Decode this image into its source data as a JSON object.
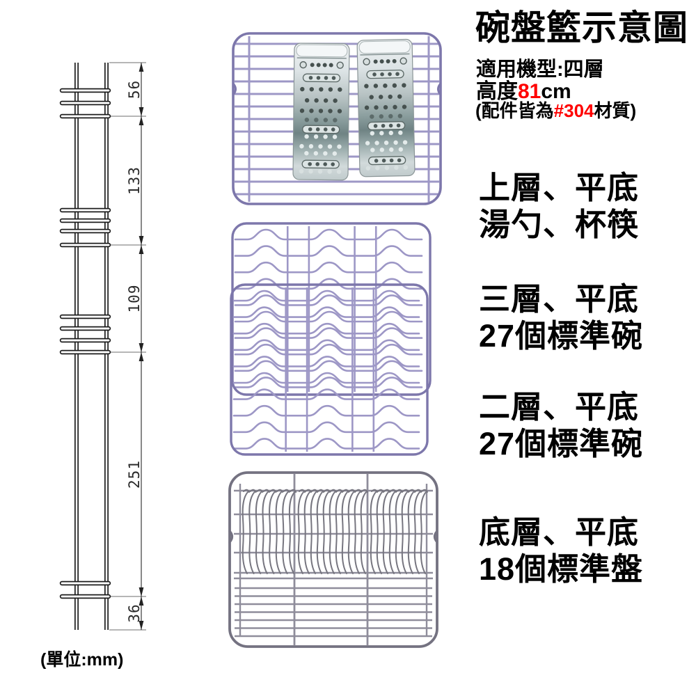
{
  "title_block": {
    "title": "碗盤籃示意圖",
    "model_line": "適用機型:四層",
    "height_prefix": "高度",
    "height_value": "81",
    "height_unit": "cm",
    "material_prefix": "(配件皆為",
    "material_value": "#304",
    "material_suffix": "材質)"
  },
  "section_labels": [
    {
      "line1": "上層、平底",
      "line2": "湯勺、杯筷"
    },
    {
      "line1": "三層、平底",
      "line2": "27個標準碗"
    },
    {
      "line1": "二層、平底",
      "line2": "27個標準碗"
    },
    {
      "line1": "底層、平底",
      "line2": "18個標準盤"
    }
  ],
  "schematic": {
    "dims": [
      "56",
      "133",
      "109",
      "251",
      "36"
    ],
    "unit_label": "(單位:mm)"
  },
  "colors": {
    "accent_red": "#ff0000",
    "text_black": "#000000",
    "line_dark": "#1c1c1c",
    "line_gray": "#8a8a8a",
    "wire_lavender": "#9d97c6",
    "wire_lavender_dark": "#7d77ab",
    "wire_gray": "#8f8d9b",
    "wire_gray_dark": "#747281",
    "steel_light": "#eef1f2",
    "steel_mid": "#b7c2c3",
    "steel_dark": "#6f8384",
    "steel_hole": "#46514f",
    "steel_hole_light": "#e4ebeb"
  }
}
